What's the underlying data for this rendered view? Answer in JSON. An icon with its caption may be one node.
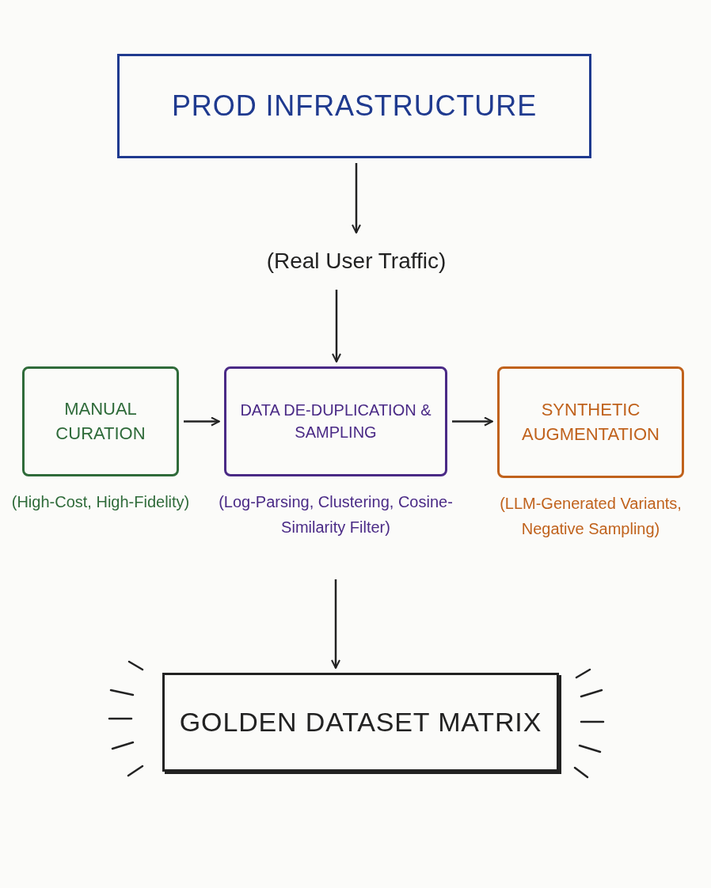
{
  "diagram": {
    "nodes": [
      {
        "text": [
          "PROD INFRASTRUCTURE"
        ]
      },
      {
        "text": [
          "(Real User Traffic)"
        ]
      },
      {
        "text": [
          "MANUAL CURATION"
        ],
        "beside": [
          "(High-Cost, High-Fidelity)"
        ]
      },
      {
        "text": [
          "DATA DE-DUPLICATION & SAMPLING"
        ],
        "beside": [
          "(Log-Parsing, Clustering, Cosine-Similarity Filter)"
        ]
      },
      {
        "text": [
          "SYNTHETIC AUGMENTATION"
        ],
        "beside": [
          "(LLM-Generated Variants, Negative Sampling)"
        ]
      },
      {
        "text": [
          "GOLDEN DATASET MATRIX"
        ]
      }
    ],
    "edges": [
      {
        "from": 0,
        "to": 1,
        "arrow": "to"
      },
      {
        "from": 1,
        "to": 3,
        "arrow": "to"
      },
      {
        "from": 2,
        "to": 3,
        "arrow": "to"
      },
      {
        "from": 3,
        "to": 4,
        "arrow": "to"
      },
      {
        "from": 3,
        "to": 5,
        "arrow": "to"
      }
    ]
  }
}
